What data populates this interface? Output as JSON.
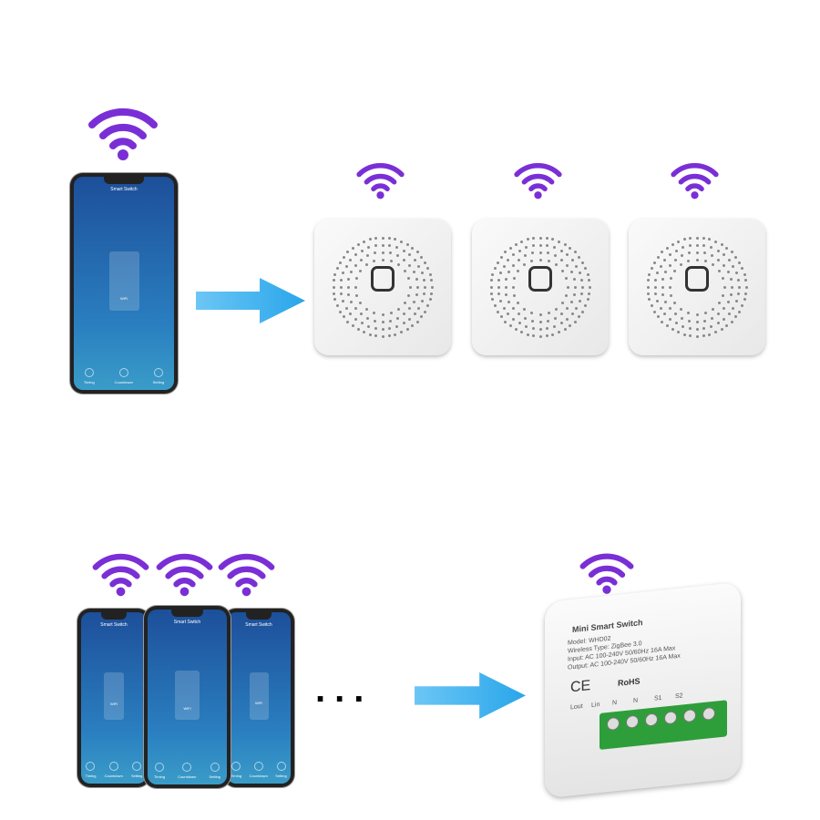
{
  "phone_app": {
    "title": "Smart Switch",
    "card_label": "WiFi",
    "tabs": [
      "Timing",
      "Countdown",
      "Setting"
    ]
  },
  "device_label": {
    "title": "Mini Smart Switch",
    "model": "Model: WHD02",
    "wireless": "Wireless Type: ZigBee 3.0",
    "input": "Input: AC 100-240V 50/60Hz 16A Max",
    "output": "Output: AC 100-240V 50/60Hz 16A Max",
    "cert_ce": "CE",
    "cert_rohs": "RoHS",
    "terminals": [
      "Lout",
      "Lin",
      "N",
      "N",
      "S1",
      "S2"
    ]
  },
  "ellipsis": "...",
  "colors": {
    "wifi": "#7a2fd6",
    "arrow": "#29a6ea",
    "terminal": "#2e9e3a"
  }
}
